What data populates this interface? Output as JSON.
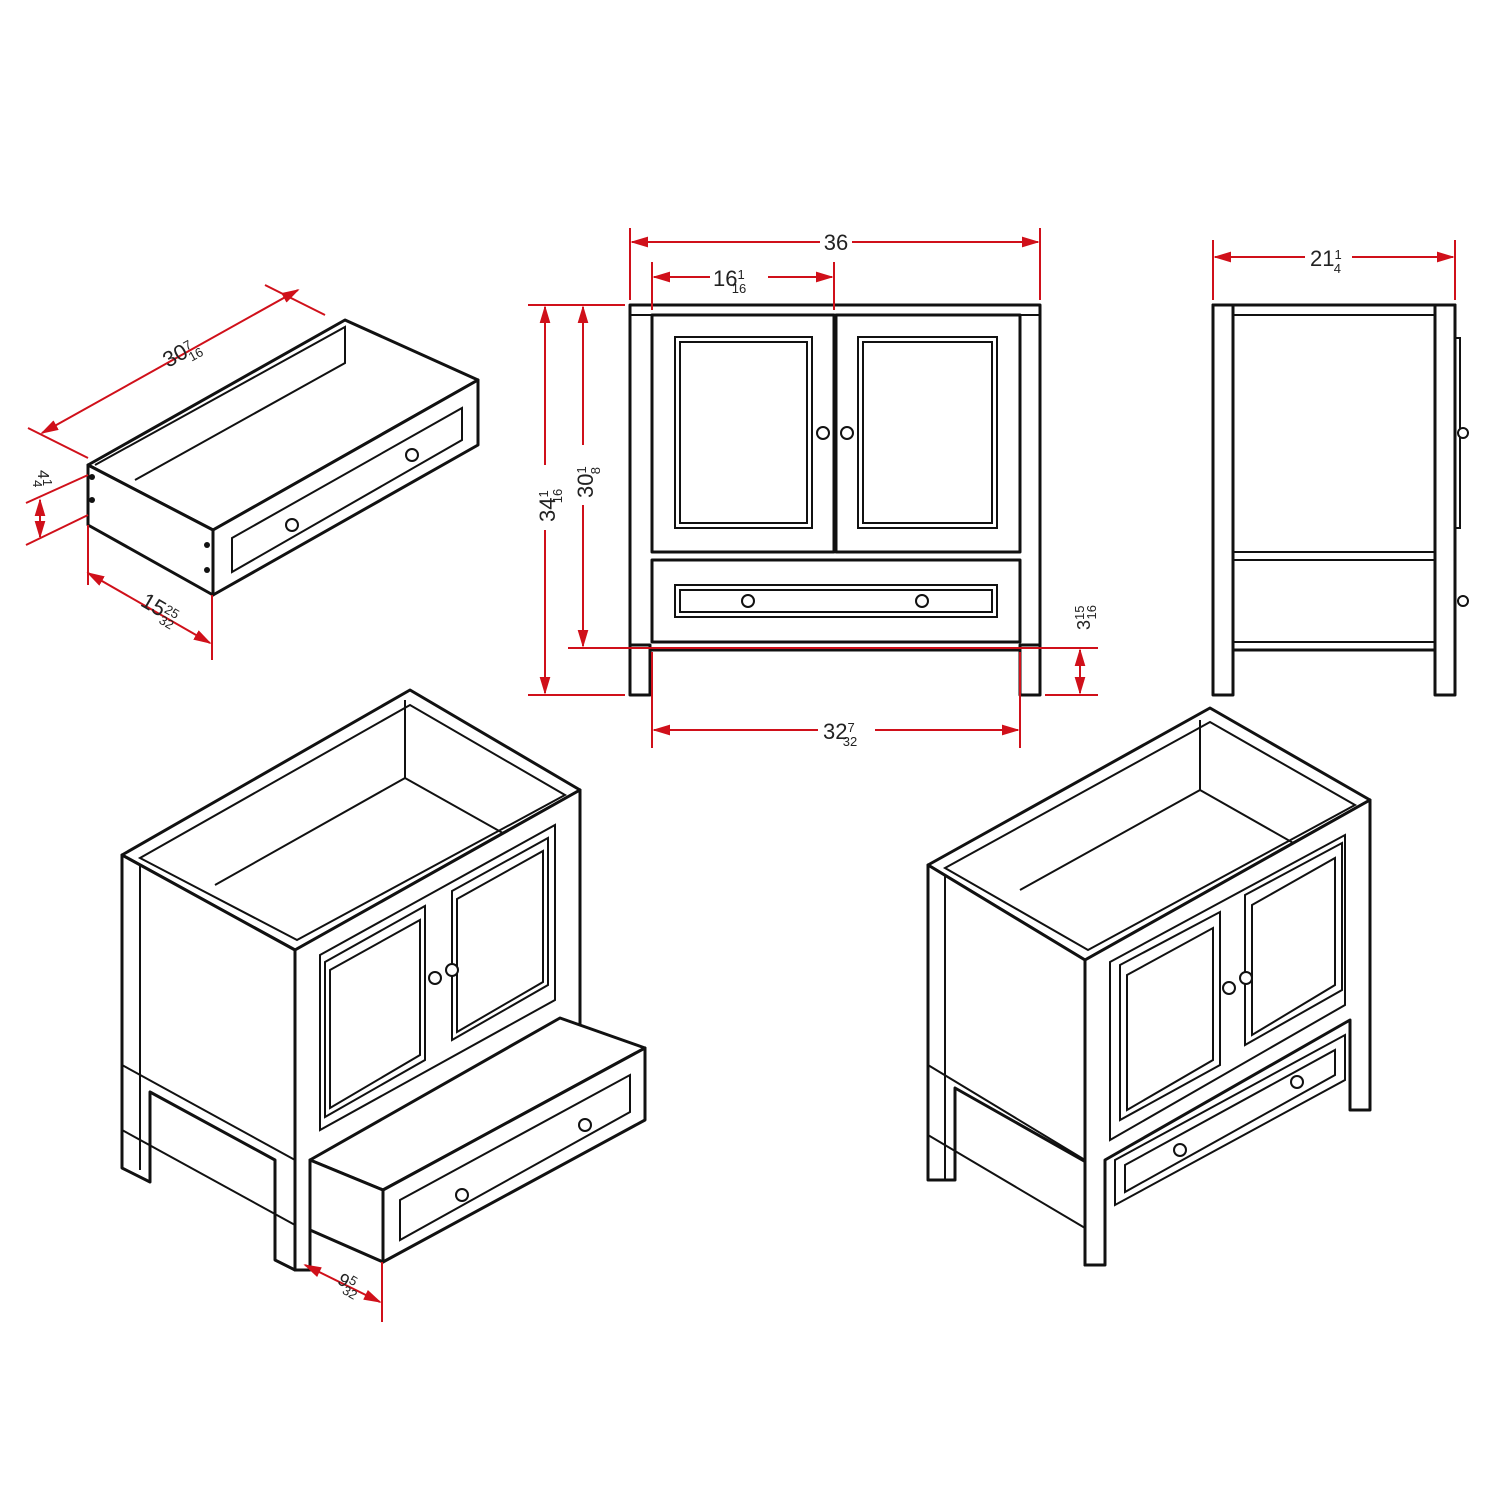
{
  "colors": {
    "dimension_line": "#d0101a",
    "drawing_line": "#111111",
    "background": "#ffffff"
  },
  "views": {
    "drawer": {
      "length": {
        "whole": "30",
        "num": "7",
        "den": "16"
      },
      "height": {
        "whole": "4",
        "num": "1",
        "den": "4"
      },
      "depth": {
        "whole": "15",
        "num": "25",
        "den": "32"
      }
    },
    "front": {
      "overall_width": {
        "whole": "36",
        "num": "",
        "den": ""
      },
      "door_width": {
        "whole": "16",
        "num": "1",
        "den": "16"
      },
      "overall_height": {
        "whole": "34",
        "num": "1",
        "den": "16"
      },
      "body_height": {
        "whole": "30",
        "num": "1",
        "den": "8"
      },
      "leg_height": {
        "whole": "3",
        "num": "15",
        "den": "16"
      },
      "inner_width": {
        "whole": "32",
        "num": "7",
        "den": "32"
      }
    },
    "side": {
      "depth": {
        "whole": "21",
        "num": "1",
        "den": "4"
      }
    },
    "iso_open": {
      "drawer_extension": {
        "whole": "9",
        "num": "5",
        "den": "32"
      }
    }
  }
}
